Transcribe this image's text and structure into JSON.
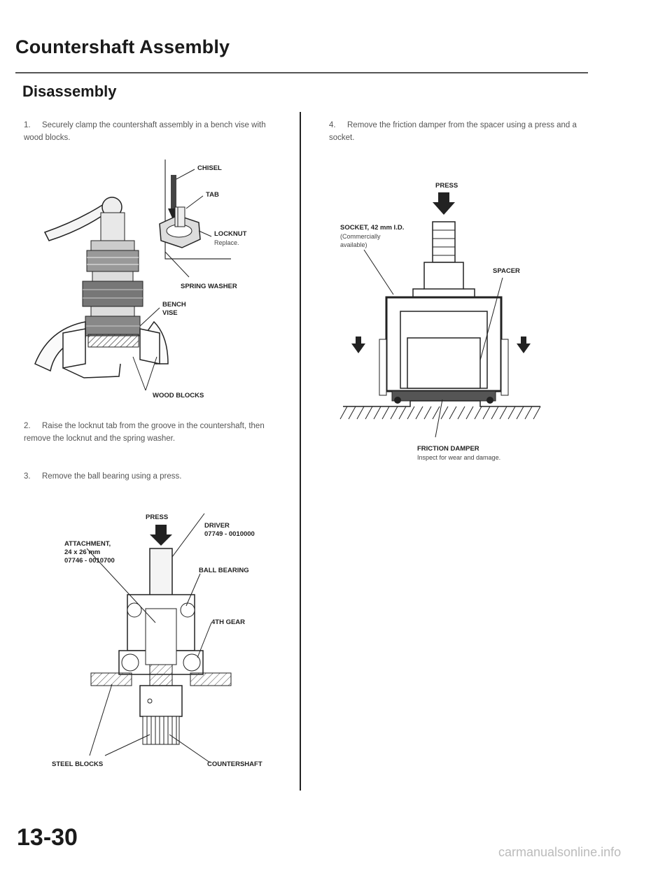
{
  "header": {
    "title": "Countershaft Assembly",
    "section": "Disassembly"
  },
  "steps": [
    {
      "num": "1.",
      "text": "Securely clamp the countershaft assembly in a bench vise with wood blocks."
    },
    {
      "num": "2.",
      "text": "Raise the locknut tab from the groove in the countershaft, then remove the locknut and the spring washer."
    },
    {
      "num": "3.",
      "text": "Remove the ball bearing using a press."
    },
    {
      "num": "4.",
      "text": "Remove the friction damper from the spacer using a press and a socket."
    }
  ],
  "fig1": {
    "chisel": "CHISEL",
    "tab": "TAB",
    "locknut": "LOCKNUT",
    "locknut_note": "Replace.",
    "spring_washer": "SPRING WASHER",
    "bench_vise_1": "BENCH",
    "bench_vise_2": "VISE",
    "wood_blocks": "WOOD BLOCKS"
  },
  "fig2": {
    "press": "PRESS",
    "driver": "DRIVER",
    "driver_part": "07749 - 0010000",
    "attachment": "ATTACHMENT,",
    "attachment_size": "24 x 26 mm",
    "attachment_part": "07746 - 0010700",
    "ball_bearing": "BALL BEARING",
    "gear": "4TH GEAR",
    "steel_blocks": "STEEL BLOCKS",
    "countershaft": "COUNTERSHAFT"
  },
  "fig3": {
    "press": "PRESS",
    "socket": "SOCKET, 42 mm I.D.",
    "socket_note_1": "(Commercially",
    "socket_note_2": "available)",
    "spacer": "SPACER",
    "friction_damper": "FRICTION DAMPER",
    "damper_note": "Inspect for wear and damage."
  },
  "footer": {
    "page": "13-30",
    "watermark": "carmanualsonline.info"
  }
}
